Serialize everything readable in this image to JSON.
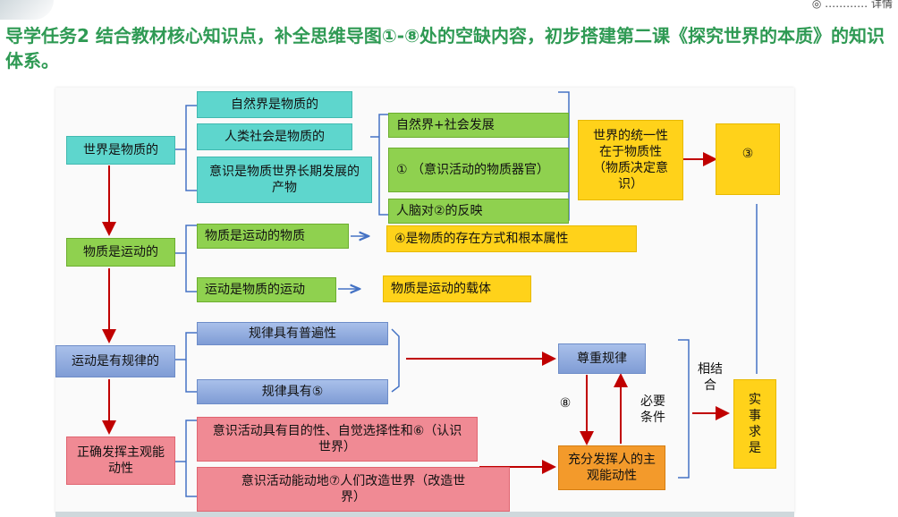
{
  "header": {
    "top_fragment": "◎ …………  详情",
    "title": "导学任务2  结合教材核心知识点，补全思维导图①-⑧处的空缺内容，初步搭建第二课《探究世界的本质》的知识体系。"
  },
  "colors": {
    "title": "#2f9a54",
    "arrow": "#c00000",
    "bracket": "#4472c4"
  },
  "map": {
    "world_material": "世界是物质的",
    "nature_material": "自然界是物质的",
    "society_material": "人类社会是物质的",
    "consciousness_product": "意识是物质世界长期发展的产物",
    "nature_society_dev": "自然界+社会发展",
    "blank1": "① （意识活动的物质器官）",
    "brain_reflection": "人脑对②的反映",
    "unity": "世界的统一性在于物质性（物质决定意识）",
    "blank3": "③",
    "matter_moving": "物质是运动的",
    "matter_of_motion": "物质是运动的物质",
    "blank4": "④是物质的存在方式和根本属性",
    "motion_of_matter": "运动是物质的运动",
    "carrier": "物质是运动的载体",
    "motion_laws": "运动是有规律的",
    "laws_universal": "规律具有普遍性",
    "laws_blank5": "规律具有⑤",
    "respect_laws": "尊重规律",
    "exert_initiative": "正确发挥主观能动性",
    "purposeful": "意识活动具有目的性、自觉选择性和⑥（认识世界）",
    "active_change": "意识活动能动地⑦人们改造世界（改造世界）",
    "full_initiative": "充分发挥人的主观能动性",
    "blank8": "⑧",
    "necessary": "必要条件",
    "combine": "相结合",
    "truth": "实事求是"
  }
}
